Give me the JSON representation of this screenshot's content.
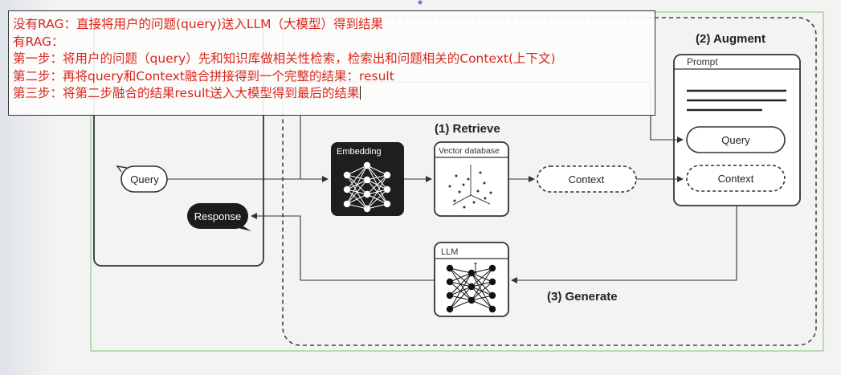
{
  "notes": {
    "line1": "没有RAG：直接将用户的问题(query)送入LLM（大模型）得到结果",
    "line2": "有RAG：",
    "line3": "第一步：将用户的问题（query）先和知识库做相关性检索，检索出和问题相关的Context(上下文)",
    "line4": "第二步：再将query和Context融合拼接得到一个完整的结果：result",
    "line5": "第三步：将第二步融合的结果result送入大模型得到最后的结果"
  },
  "diagram": {
    "augment_title": "(2) Augment",
    "retrieve_title": "(1) Retrieve",
    "generate_title": "(3) Generate",
    "prompt_label": "Prompt",
    "prompt_query": "Query",
    "prompt_context": "Context",
    "user_query": "Query",
    "response": "Response",
    "embedding": "Embedding",
    "vector_db": "Vector database",
    "context": "Context",
    "llm": "LLM"
  },
  "colors": {
    "note_text": "#d9261c",
    "frame_green": "#7cc67c",
    "ink": "#222222"
  }
}
